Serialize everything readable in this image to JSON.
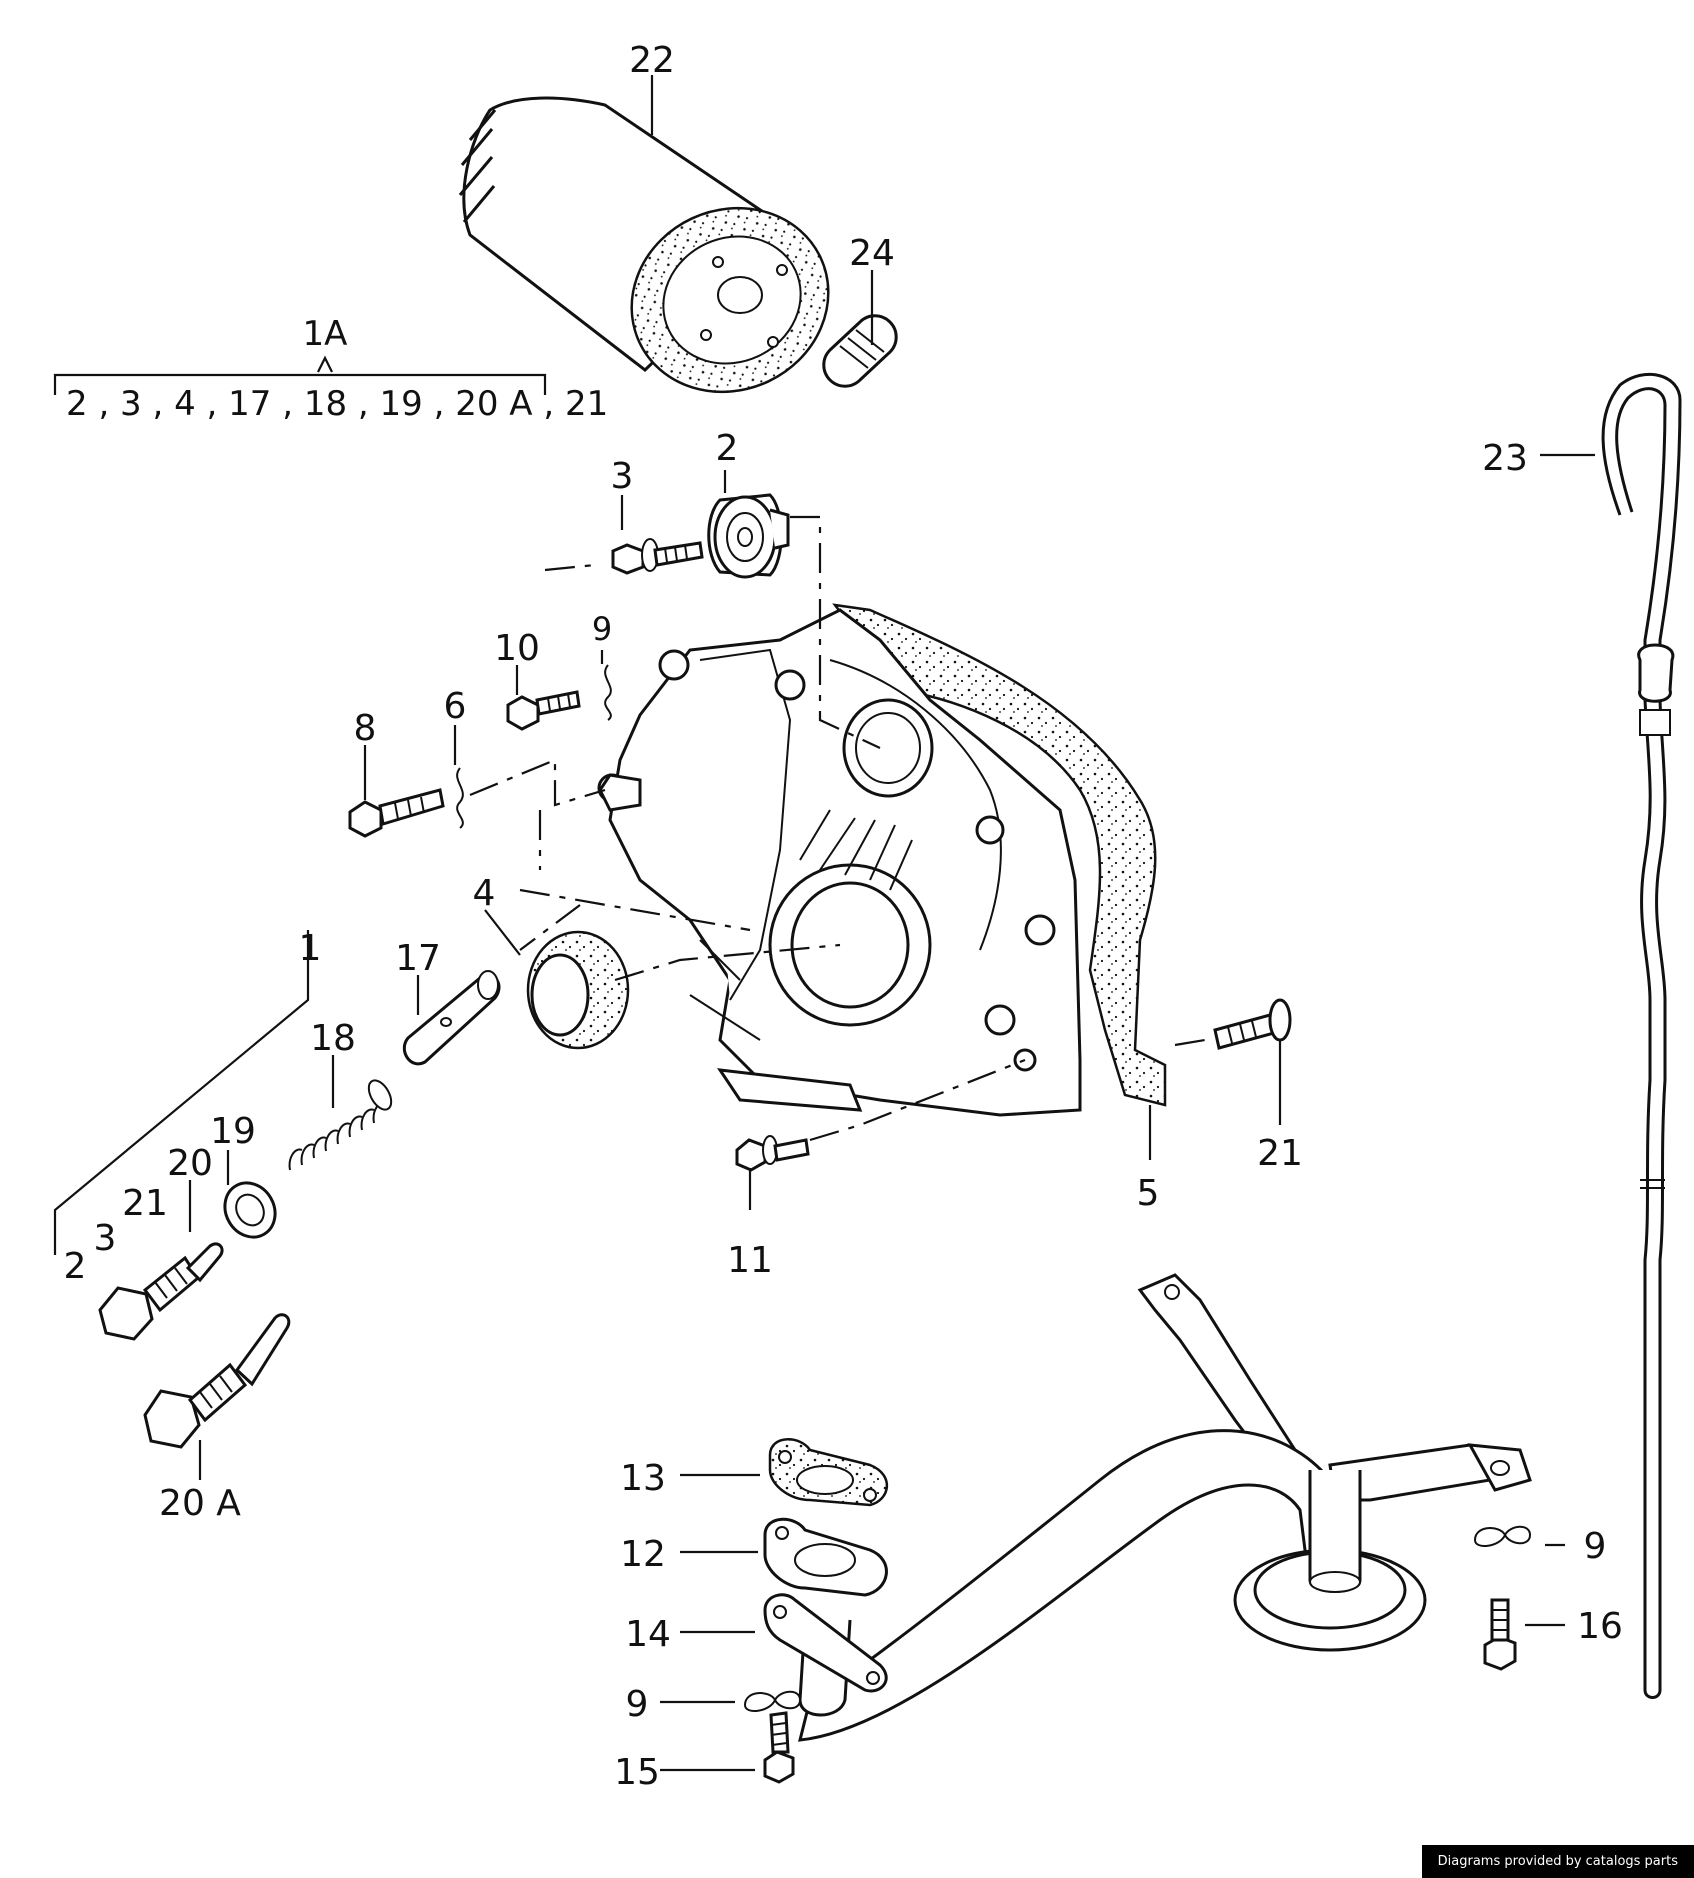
{
  "group": {
    "label": "1A",
    "members": "2 , 3 , 4 , 17 , 18 , 19 , 20 A , 21"
  },
  "callouts": {
    "c1": "1",
    "c2_pulley": "2",
    "c2_left": "2",
    "c3_bolt": "3",
    "c3_left": "3",
    "c4": "4",
    "c5": "5",
    "c6": "6",
    "c8": "8",
    "c9_top": "9",
    "c9_right": "9",
    "c9_bottom": "9",
    "c10": "10",
    "c11": "11",
    "c12": "12",
    "c13": "13",
    "c14": "14",
    "c15": "15",
    "c16": "16",
    "c17": "17",
    "c18": "18",
    "c19": "19",
    "c20": "20",
    "c20a": "20 A",
    "c21_right": "21",
    "c21_left": "21",
    "c22": "22",
    "c23": "23",
    "c24": "24"
  },
  "credit": "Diagrams provided by catalogs parts"
}
